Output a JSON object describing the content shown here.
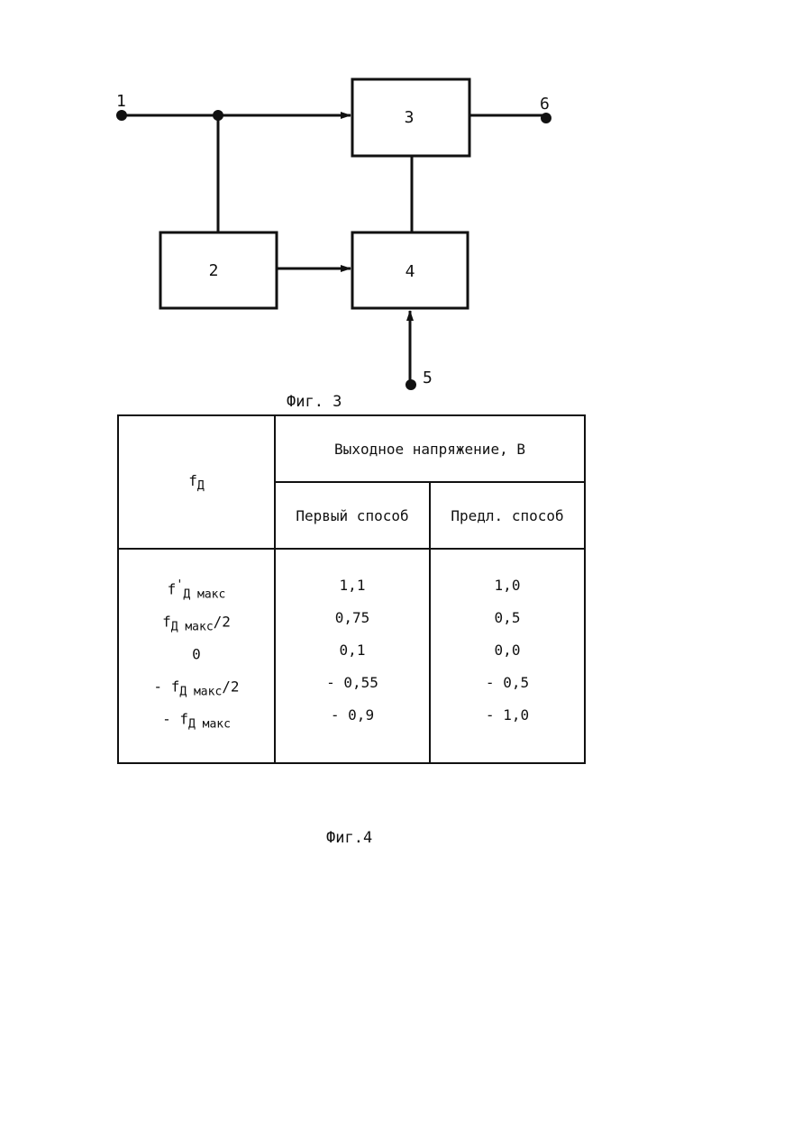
{
  "diagram": {
    "blocks": [
      {
        "id": "1",
        "label": "1"
      },
      {
        "id": "2",
        "label": "2"
      },
      {
        "id": "3",
        "label": "3"
      },
      {
        "id": "4",
        "label": "4"
      },
      {
        "id": "5",
        "label": "5"
      },
      {
        "id": "6",
        "label": "6"
      }
    ],
    "caption": "Фиг. 3"
  },
  "table": {
    "corner_symbol": "f",
    "corner_subscript": "Д",
    "header": "Выходное напряжение, В",
    "col_first": "Первый способ",
    "col_proposed": "Предл. способ",
    "rows": [
      {
        "f_prefix": "",
        "f_symbol": "f",
        "f_prime": "'",
        "f_sub": "Д макс",
        "f_suffix": "",
        "first": "1,1",
        "proposed": "1,0"
      },
      {
        "f_prefix": "",
        "f_symbol": "f",
        "f_prime": "",
        "f_sub": "Д макс",
        "f_suffix": "/2",
        "first": "0,75",
        "proposed": "0,5"
      },
      {
        "f_prefix": "",
        "f_symbol": "0",
        "f_prime": "",
        "f_sub": "",
        "f_suffix": "",
        "first": "0,1",
        "proposed": "0,0"
      },
      {
        "f_prefix": "- ",
        "f_symbol": "f",
        "f_prime": "",
        "f_sub": "Д макс",
        "f_suffix": "/2",
        "first": "- 0,55",
        "proposed": "- 0,5"
      },
      {
        "f_prefix": "- ",
        "f_symbol": "f",
        "f_prime": "",
        "f_sub": "Д макс",
        "f_suffix": "",
        "first": "- 0,9",
        "proposed": "- 1,0"
      }
    ],
    "caption": "Фиг.4"
  },
  "colors": {
    "ink": "#111111",
    "paper": "#ffffff"
  }
}
